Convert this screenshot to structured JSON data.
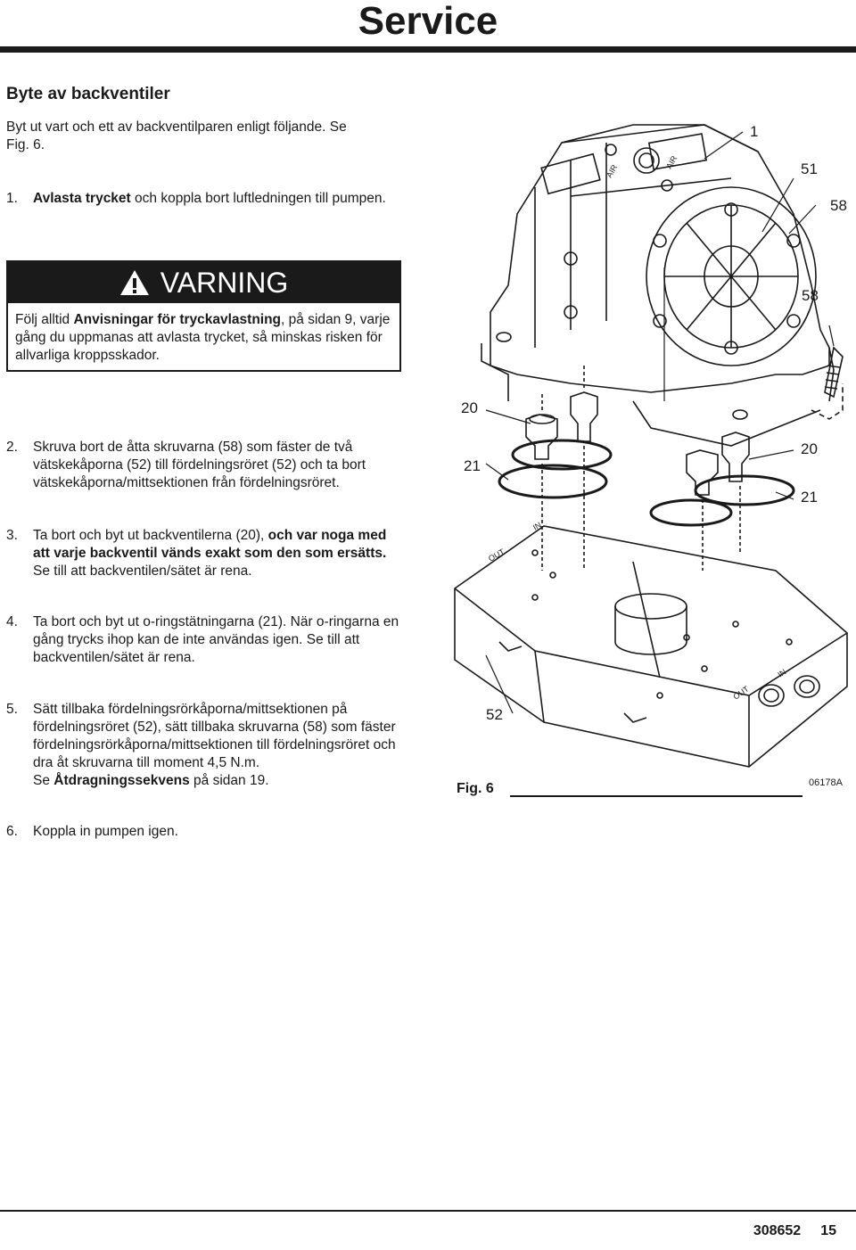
{
  "page": {
    "title": "Service",
    "section_heading": "Byte av backventiler",
    "intro": "Byt ut vart och ett av backventilparen enligt följande. Se Fig. 6.",
    "steps": [
      {
        "num": "1.",
        "bold": "Avlasta trycket",
        "text": " och koppla bort luftledningen till pumpen."
      },
      {
        "num": "2.",
        "text": "Skruva bort de åtta skruvarna (58) som fäster de två vätskekåporna (52) till fördelningsröret (52) och ta bort vätskekåporna/mittsektionen från fördelningsröret."
      },
      {
        "num": "3.",
        "text_a": "Ta bort och byt ut backventilerna (20), ",
        "bold": "och var noga med att varje backventil vänds exakt som den som ersätts.",
        "text_b": " Se till att backventilen/sätet är rena."
      },
      {
        "num": "4.",
        "text": "Ta bort och byt ut o-ringstätningarna (21). När o-ringarna en gång trycks ihop kan de inte användas igen. Se till att backventilen/sätet är rena."
      },
      {
        "num": "5.",
        "text_a": "Sätt tillbaka fördelningsrörkåporna/mittsektionen på fördelningsröret (52), sätt tillbaka skruvarna (58) som fäster fördelningsrörkåporna/mittsektionen till fördelningsröret och dra åt skruvarna till moment 4,5 N.m.",
        "text_b": "Se ",
        "bold": "Åtdragningssekvens",
        "text_c": " på sidan 19."
      },
      {
        "num": "6.",
        "text": "Koppla in pumpen igen."
      }
    ],
    "warning": {
      "heading": "VARNING",
      "text_a": "Följ alltid ",
      "bold": "Anvisningar för tryckavlastning",
      "text_b": ", på sidan 9, varje gång du uppmanas att avlasta trycket, så minskas risken för allvarliga kroppsskador."
    },
    "figure": {
      "callouts": [
        "1",
        "51",
        "58",
        "58",
        "20",
        "21",
        "20",
        "21",
        "52"
      ],
      "port_labels": [
        "AIR",
        "AIR",
        "IN",
        "OUT",
        "IN",
        "OUT"
      ],
      "caption": "Fig. 6",
      "code": "06178A"
    },
    "footer": {
      "doc_number": "308652",
      "page_number": "15"
    }
  }
}
